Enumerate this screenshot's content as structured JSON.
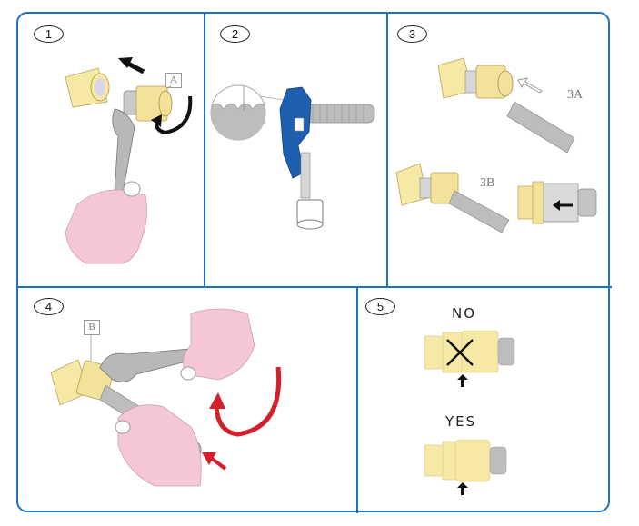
{
  "steps": [
    {
      "number": "1",
      "callout": "A"
    },
    {
      "number": "2"
    },
    {
      "number": "3",
      "sub_labels": [
        "3A",
        "3B"
      ]
    },
    {
      "number": "4",
      "callout": "B"
    },
    {
      "number": "5",
      "wrong_label": "NO",
      "right_label": "YES"
    }
  ],
  "colors": {
    "border": "#1d72be",
    "fitting": "#f3e39a",
    "hose": "#a9a9a9",
    "hand": "#f5c7d6",
    "cutter": "#1f5fb0",
    "rotate_arrow_red": "#d4202a"
  }
}
